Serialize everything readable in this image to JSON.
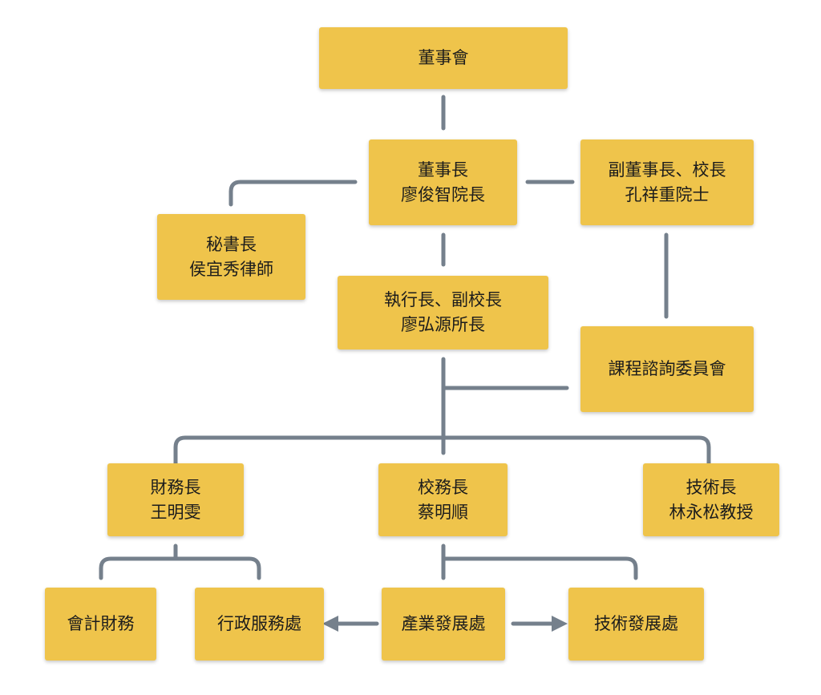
{
  "chart": {
    "nodes": {
      "board": {
        "line1": "董事會"
      },
      "chairman": {
        "line1": "董事長",
        "line2": "廖俊智院長"
      },
      "vice_chairman": {
        "line1": "副董事長、校長",
        "line2": "孔祥重院士"
      },
      "secretary": {
        "line1": "秘書長",
        "line2": "侯宜秀律師"
      },
      "executive": {
        "line1": "執行長、副校長",
        "line2": "廖弘源所長"
      },
      "curriculum": {
        "line1": "課程諮詢委員會"
      },
      "finance": {
        "line1": "財務長",
        "line2": "王明雯"
      },
      "academic": {
        "line1": "校務長",
        "line2": "蔡明順"
      },
      "technology": {
        "line1": "技術長",
        "line2": "林永松教授"
      },
      "accounting": {
        "line1": "會計財務"
      },
      "admin_services": {
        "line1": "行政服務處"
      },
      "industry_dev": {
        "line1": "產業發展處"
      },
      "tech_dev": {
        "line1": "技術發展處"
      }
    },
    "colors": {
      "box": "#efc44b",
      "connector": "#75808c",
      "text": "#1c1c1c"
    }
  }
}
